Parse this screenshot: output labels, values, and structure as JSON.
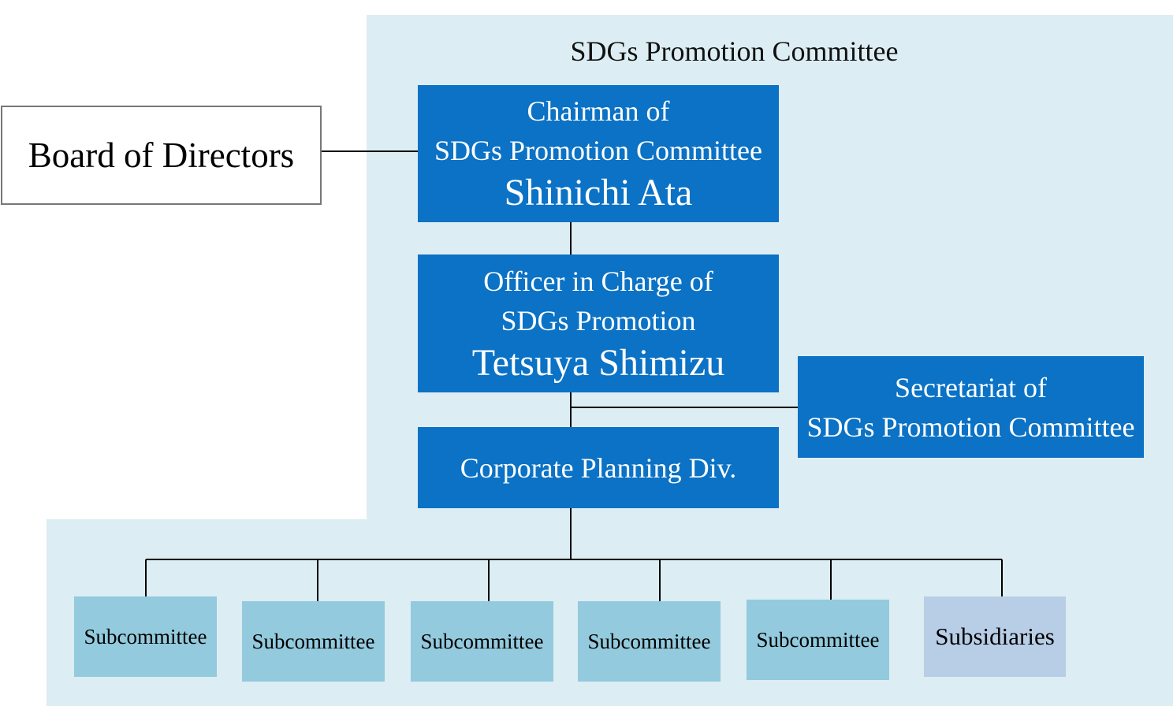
{
  "committee": {
    "title": "SDGs Promotion Committee"
  },
  "board": {
    "label": "Board of Directors"
  },
  "chairman": {
    "role_line1": "Chairman of",
    "role_line2": "SDGs Promotion Committee",
    "name": "Shinichi Ata"
  },
  "officer": {
    "role_line1": "Officer in Charge of",
    "role_line2": "SDGs Promotion",
    "name": "Tetsuya Shimizu"
  },
  "secretariat": {
    "line1": "Secretariat of",
    "line2": "SDGs Promotion Committee"
  },
  "corporate": {
    "label": "Corporate Planning Div."
  },
  "units": [
    {
      "label": "Subcommittee"
    },
    {
      "label": "Subcommittee"
    },
    {
      "label": "Subcommittee"
    },
    {
      "label": "Subcommittee"
    },
    {
      "label": "Subcommittee"
    },
    {
      "label": "Subsidiaries"
    }
  ],
  "colors": {
    "panel": "#dcedf3",
    "box_blue": "#0b72c5",
    "subcommittee": "#93cadd",
    "subsidiaries": "#b8cde6"
  }
}
